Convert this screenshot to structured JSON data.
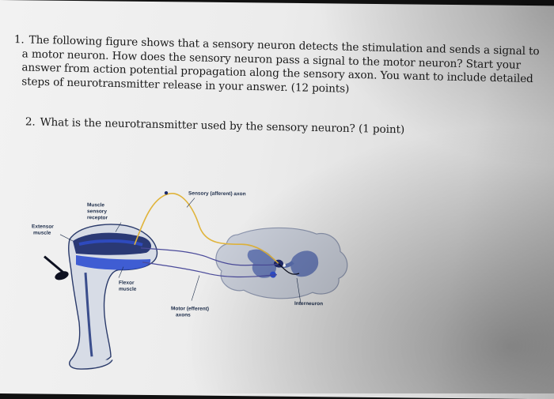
{
  "questions": [
    {
      "number": "1.",
      "lines": [
        "The following figure shows that a sensory neuron detects the stimulation and sends a signal to",
        "a motor neuron.  How does the sensory neuron pass a signal to the motor neuron?  Start your",
        "answer from action potential propagation along the sensory axon.  You want to include detailed",
        "steps of neurotransmitter release in your answer.  (12 points)"
      ]
    },
    {
      "number": "2.",
      "lines": [
        "What is the neurotransmitter used by the sensory neuron? (1 point)"
      ]
    }
  ],
  "figure": {
    "labels": {
      "sensory_axon": "Sensory (afferent) axon",
      "muscle_receptor_1": "Muscle",
      "muscle_receptor_2": "sensory",
      "muscle_receptor_3": "receptor",
      "extensor_1": "Extensor",
      "extensor_2": "muscle",
      "flexor_1": "Flexor",
      "flexor_2": "muscle",
      "motor_1": "Motor (efferent)",
      "motor_2": "axons",
      "interneuron": "Interneuron"
    },
    "colors": {
      "muscle_blue": "#2f4fd0",
      "muscle_dark": "#1b2a6b",
      "spinal_cord": "#c8cdd8",
      "grey_matter": "#5a6fb0",
      "nerve_yellow": "#e0b43c"
    }
  }
}
